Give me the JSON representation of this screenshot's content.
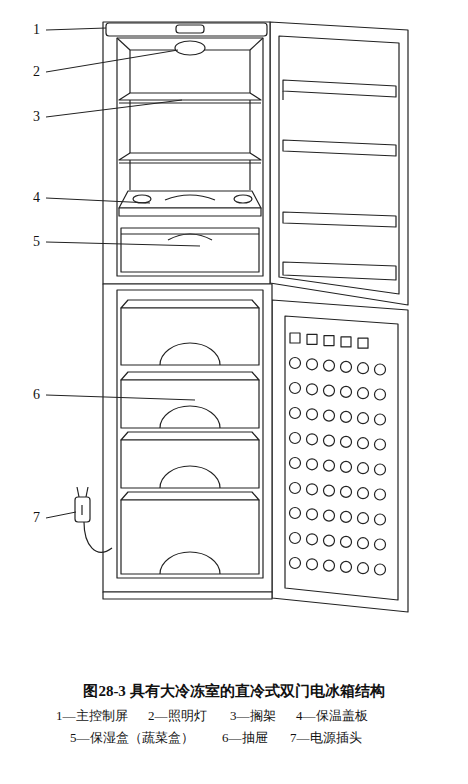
{
  "diagram": {
    "caption": "图28-3 具有大冷冻室的直冷式双门电冰箱结构",
    "labels": [
      "1",
      "2",
      "3",
      "4",
      "5",
      "6",
      "7",
      "1—主控制屏",
      "2—照明灯",
      "3—搁架",
      "4—保温盖板",
      "5—保湿盒（蔬菜盒）",
      "6—抽屉",
      "7—电源插头"
    ]
  }
}
